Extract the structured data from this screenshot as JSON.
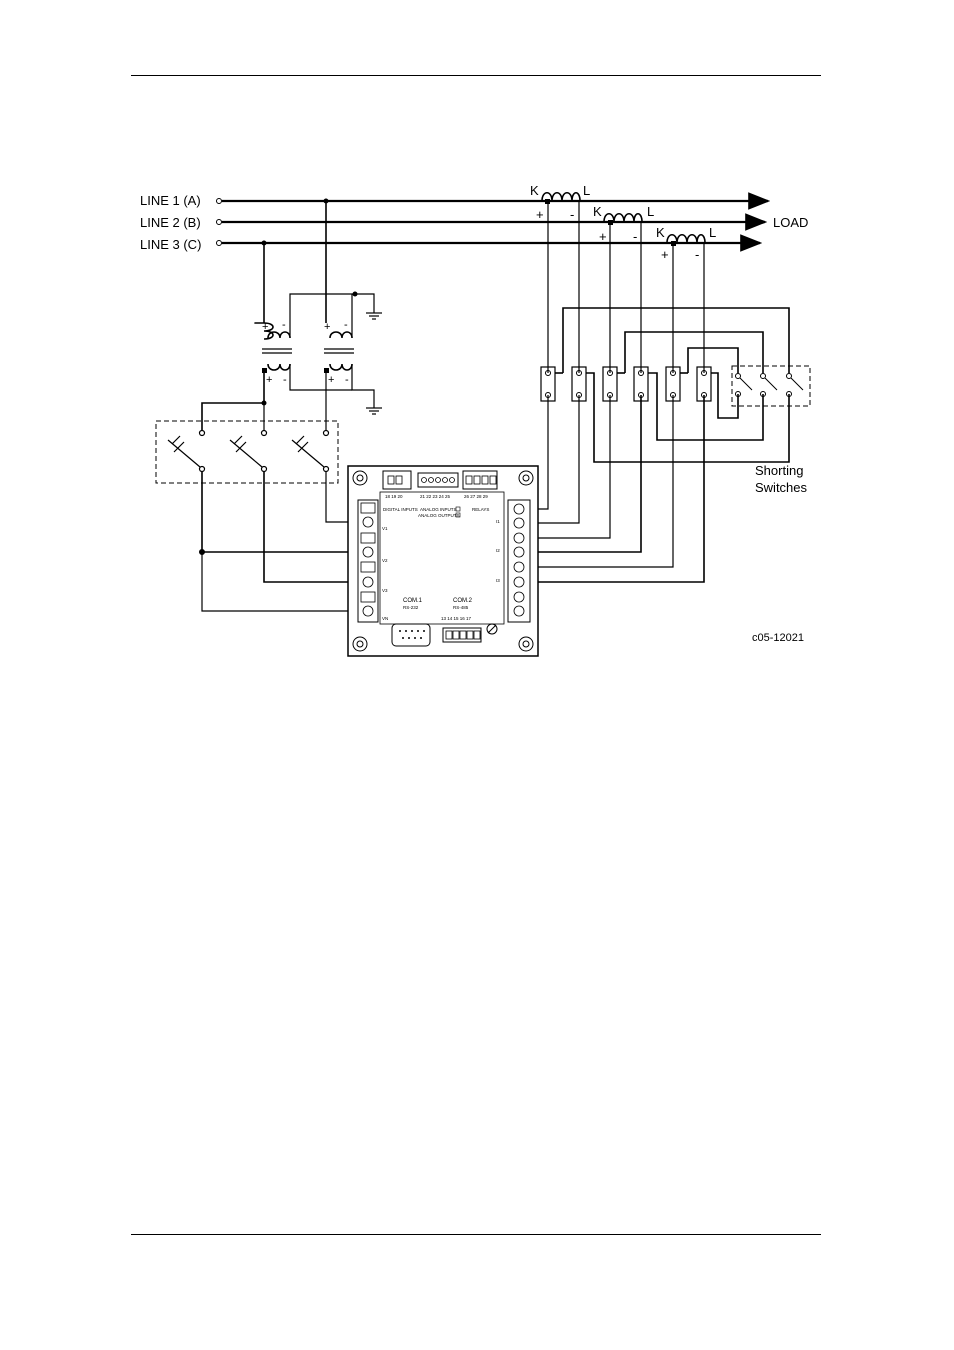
{
  "lines": [
    {
      "label": "LINE 1  (A)"
    },
    {
      "label": "LINE 2  (B)"
    },
    {
      "label": "LINE 3  (C)"
    }
  ],
  "load_label": "LOAD",
  "ct_labels": {
    "k": "K",
    "l": "L",
    "plus": "+",
    "minus": "-"
  },
  "pt_labels": {
    "plus": "+",
    "minus": "-"
  },
  "shorting_switches": [
    "Shorting",
    "Switches"
  ],
  "figure_code": "c05-12021",
  "device": {
    "top_labels": {
      "digital_inputs": "DIGITAL INPUTS",
      "analog_inputs": "ANALOG INPUTS",
      "analog_outputs": "ANALOG OUTPUTS",
      "relays": "RELAYS",
      "terminal_numbers_a": "18 19 20",
      "terminal_numbers_b": "21 22 23 24 25",
      "terminal_numbers_c": "26 27 28 29"
    },
    "com1": {
      "title": "COM.1",
      "subtitle": "RS-232"
    },
    "com2": {
      "title": "COM.2",
      "subtitle": "RS-485",
      "numbers": "13 14 15 16 17"
    },
    "left_terms": [
      "V1",
      "V2",
      "V3",
      "VN"
    ],
    "right_terms": [
      "I1",
      "I2",
      "I3"
    ]
  }
}
